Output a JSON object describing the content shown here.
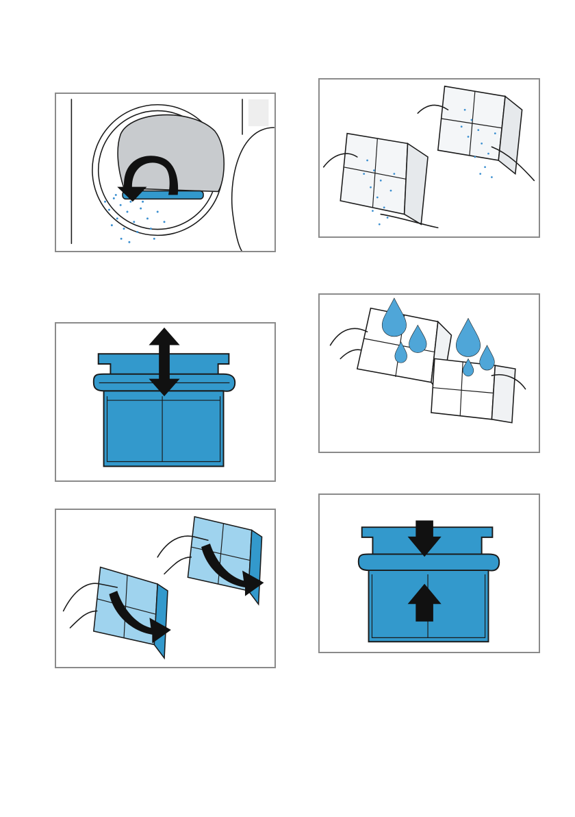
{
  "page": {
    "background": "#ffffff",
    "panel_border_color": "#8a8a8a"
  },
  "colors": {
    "filter_blue": "#3399cc",
    "filter_light_blue": "#9fd3ee",
    "drop_blue": "#4fa6d8",
    "lint_blue": "#3b8fd0",
    "drum_gray": "#c8cbce",
    "arrow_black": "#111111"
  },
  "panels": [
    {
      "id": "step-1",
      "icon": "dryer-door-fluff-filter-icon"
    },
    {
      "id": "step-2",
      "icon": "lift-inner-filter-icon"
    },
    {
      "id": "step-3",
      "icon": "open-filter-icon"
    },
    {
      "id": "step-4",
      "icon": "remove-fluff-icon"
    },
    {
      "id": "step-5",
      "icon": "rinse-filter-icon"
    },
    {
      "id": "step-6",
      "icon": "reassemble-filter-icon"
    }
  ]
}
